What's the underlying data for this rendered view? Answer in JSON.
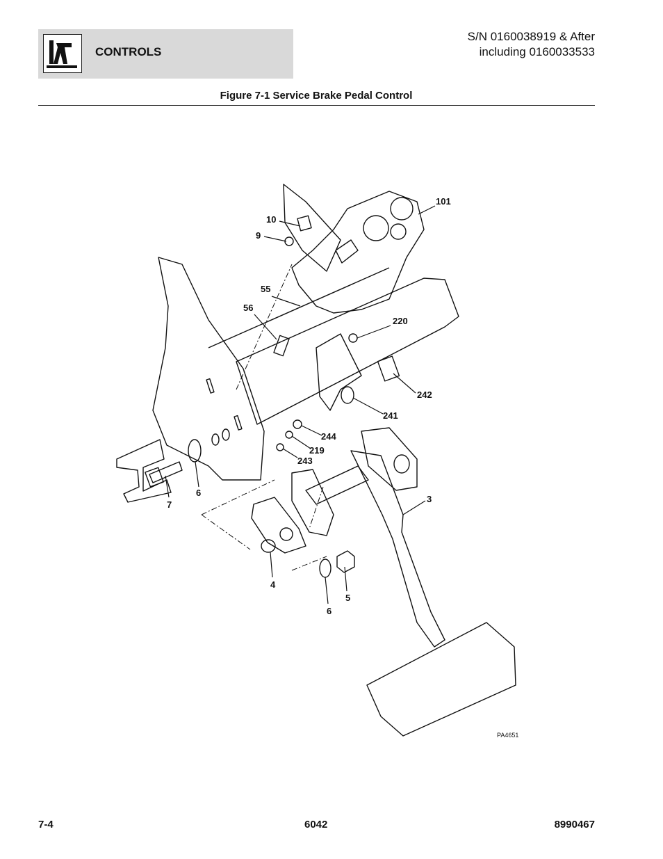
{
  "header": {
    "section": "CONTROLS",
    "serial_line1": "S/N 0160038919 & After",
    "serial_line2": "including 0160033533",
    "logo_icon": "joystick-control-icon"
  },
  "figure": {
    "title": "Figure 7-1 Service Brake Pedal Control",
    "drawing_id": "PA4651",
    "callouts": {
      "c101": "101",
      "c10": "10",
      "c9": "9",
      "c55": "55",
      "c56": "56",
      "c220": "220",
      "c242": "242",
      "c241": "241",
      "c244": "244",
      "c219": "219",
      "c243": "243",
      "c3": "3",
      "c7": "7",
      "c6a": "6",
      "c4": "4",
      "c6b": "6",
      "c5": "5"
    }
  },
  "footer": {
    "page": "7-4",
    "model": "6042",
    "doc_number": "8990467"
  }
}
